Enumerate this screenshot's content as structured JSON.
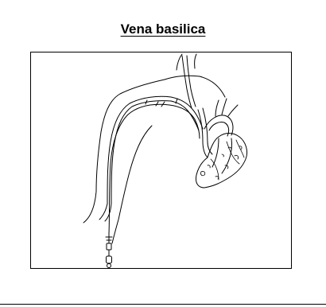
{
  "title": "Vena basilica",
  "colors": {
    "line": "#000000",
    "background": "#ffffff"
  },
  "illustration": {
    "icon": "picc-line-basilic-vein-illustration",
    "depicts": [
      "arm",
      "basilic-vein",
      "catheter",
      "subclavian-vein",
      "superior-vena-cava",
      "heart",
      "catheter-hub"
    ]
  }
}
